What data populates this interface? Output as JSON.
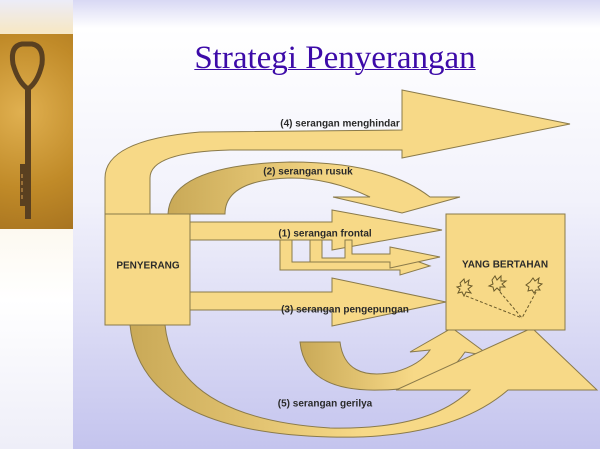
{
  "title": "Strategi Penyerangan",
  "attacker": "PENYERANG",
  "defender": "YANG BERTAHAN",
  "arrows": {
    "a4": "(4) serangan menghindar",
    "a2": "(2) serangan rusuk",
    "a1": "(1) serangan frontal",
    "a3": "(3) serangan pengepungan",
    "a5": "(5) serangan gerilya"
  },
  "colors": {
    "fill": "#f7d987",
    "dark": "#c9a957",
    "stroke": "#8a7a4a",
    "title": "#3c0aa8"
  }
}
